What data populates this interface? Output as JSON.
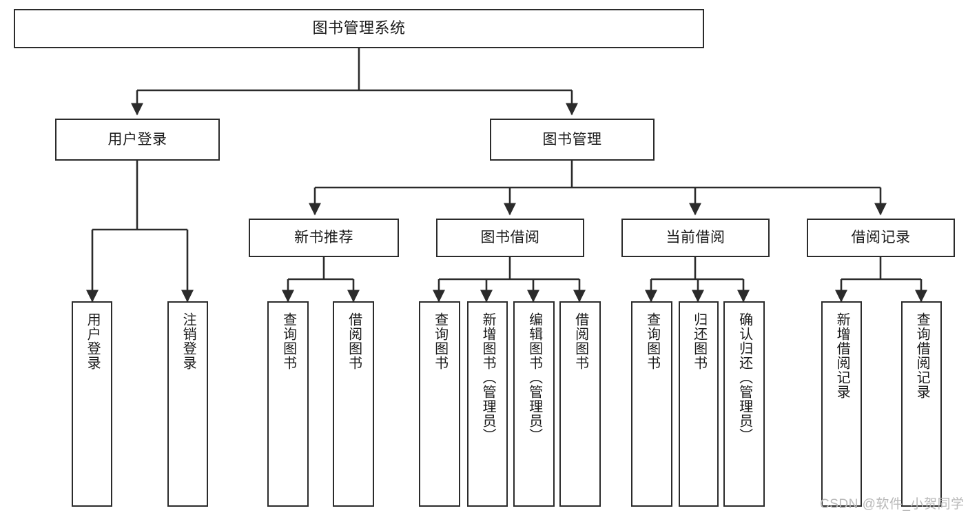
{
  "diagram": {
    "title": "图书管理系统",
    "type": "tree-hierarchy-chart",
    "levels": 4,
    "root": {
      "label": "图书管理系统"
    },
    "level2": [
      {
        "label": "用户登录"
      },
      {
        "label": "图书管理"
      }
    ],
    "level3": [
      {
        "label": "新书推荐"
      },
      {
        "label": "图书借阅"
      },
      {
        "label": "当前借阅"
      },
      {
        "label": "借阅记录"
      }
    ],
    "leaves": [
      {
        "label": "用户登录",
        "parent": "用户登录"
      },
      {
        "label": "注销登录",
        "parent": "用户登录"
      },
      {
        "label": "查询图书",
        "parent": "新书推荐"
      },
      {
        "label": "借阅图书",
        "parent": "新书推荐"
      },
      {
        "label": "查询图书",
        "parent": "图书借阅"
      },
      {
        "label": "新增图书（管理员）",
        "parent": "图书借阅"
      },
      {
        "label": "编辑图书（管理员）",
        "parent": "图书借阅"
      },
      {
        "label": "借阅图书",
        "parent": "图书借阅"
      },
      {
        "label": "查询图书",
        "parent": "当前借阅"
      },
      {
        "label": "归还图书",
        "parent": "当前借阅"
      },
      {
        "label": "确认归还（管理员）",
        "parent": "当前借阅"
      },
      {
        "label": "新增借阅记录",
        "parent": "借阅记录"
      },
      {
        "label": "查询借阅记录",
        "parent": "借阅记录"
      }
    ]
  },
  "watermark": {
    "text": "CSDN @软件_小贺同学"
  },
  "colors": {
    "stroke": "#2b2b2b",
    "fill": "#ffffff",
    "text": "#1a1a1a",
    "watermark": "#b9b9b9"
  }
}
